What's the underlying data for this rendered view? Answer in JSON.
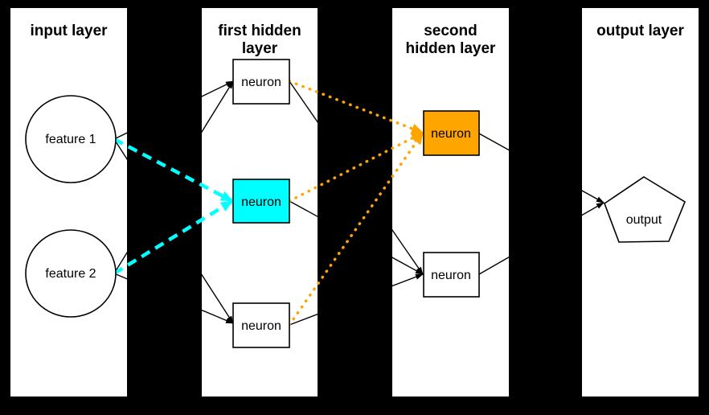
{
  "colors": {
    "background": "#000000",
    "panel": "#ffffff",
    "edge": "#000000",
    "cyan": "#00ffff",
    "orange": "#ffa500",
    "node_fill": "#ffffff"
  },
  "layers": [
    {
      "id": "input",
      "title_lines": [
        "input layer"
      ]
    },
    {
      "id": "hidden1",
      "title_lines": [
        "first hidden",
        "layer"
      ]
    },
    {
      "id": "hidden2",
      "title_lines": [
        "second",
        "hidden layer"
      ]
    },
    {
      "id": "output",
      "title_lines": [
        "output layer"
      ]
    }
  ],
  "nodes": {
    "feature1": {
      "label": "feature 1",
      "shape": "circle",
      "layer": "input",
      "fill": "#ffffff"
    },
    "feature2": {
      "label": "feature 2",
      "shape": "circle",
      "layer": "input",
      "fill": "#ffffff"
    },
    "h1_top": {
      "label": "neuron",
      "shape": "rect",
      "layer": "hidden1",
      "fill": "#ffffff"
    },
    "h1_mid": {
      "label": "neuron",
      "shape": "rect",
      "layer": "hidden1",
      "fill": "#00ffff"
    },
    "h1_bottom": {
      "label": "neuron",
      "shape": "rect",
      "layer": "hidden1",
      "fill": "#ffffff"
    },
    "h2_top": {
      "label": "neuron",
      "shape": "rect",
      "layer": "hidden2",
      "fill": "#ffa500"
    },
    "h2_bottom": {
      "label": "neuron",
      "shape": "rect",
      "layer": "hidden2",
      "fill": "#ffffff"
    },
    "output": {
      "label": "output",
      "shape": "pentagon",
      "layer": "output",
      "fill": "#ffffff"
    }
  },
  "edges": [
    {
      "from": "feature1",
      "to": "h1_top",
      "style": "solid",
      "color": "#000000"
    },
    {
      "from": "feature1",
      "to": "h1_mid",
      "style": "dashed",
      "color": "#00ffff"
    },
    {
      "from": "feature1",
      "to": "h1_bottom",
      "style": "solid",
      "color": "#000000"
    },
    {
      "from": "feature2",
      "to": "h1_top",
      "style": "solid",
      "color": "#000000"
    },
    {
      "from": "feature2",
      "to": "h1_mid",
      "style": "dashed",
      "color": "#00ffff"
    },
    {
      "from": "feature2",
      "to": "h1_bottom",
      "style": "solid",
      "color": "#000000"
    },
    {
      "from": "h1_top",
      "to": "h2_top",
      "style": "dotted",
      "color": "#ffa500"
    },
    {
      "from": "h1_top",
      "to": "h2_bottom",
      "style": "solid",
      "color": "#000000"
    },
    {
      "from": "h1_mid",
      "to": "h2_top",
      "style": "dotted",
      "color": "#ffa500"
    },
    {
      "from": "h1_mid",
      "to": "h2_bottom",
      "style": "solid",
      "color": "#000000"
    },
    {
      "from": "h1_bottom",
      "to": "h2_top",
      "style": "dotted",
      "color": "#ffa500"
    },
    {
      "from": "h1_bottom",
      "to": "h2_bottom",
      "style": "solid",
      "color": "#000000"
    },
    {
      "from": "h2_top",
      "to": "output",
      "style": "solid",
      "color": "#000000"
    },
    {
      "from": "h2_bottom",
      "to": "output",
      "style": "solid",
      "color": "#000000"
    }
  ]
}
